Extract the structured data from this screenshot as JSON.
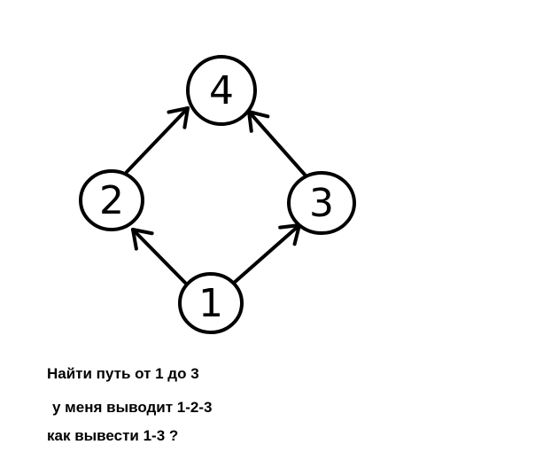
{
  "graph": {
    "nodes": [
      {
        "id": "4",
        "label": "4"
      },
      {
        "id": "2",
        "label": "2"
      },
      {
        "id": "3",
        "label": "3"
      },
      {
        "id": "1",
        "label": "1"
      }
    ],
    "edges": [
      {
        "from": "1",
        "to": "2"
      },
      {
        "from": "1",
        "to": "3"
      },
      {
        "from": "2",
        "to": "4"
      },
      {
        "from": "3",
        "to": "4"
      }
    ]
  },
  "text": {
    "line1": "Найти путь от 1 до 3",
    "line2": "у меня выводит 1-2-3",
    "line3": "как вывести 1-3 ?"
  },
  "colors": {
    "stroke": "#000000",
    "background": "#ffffff"
  }
}
